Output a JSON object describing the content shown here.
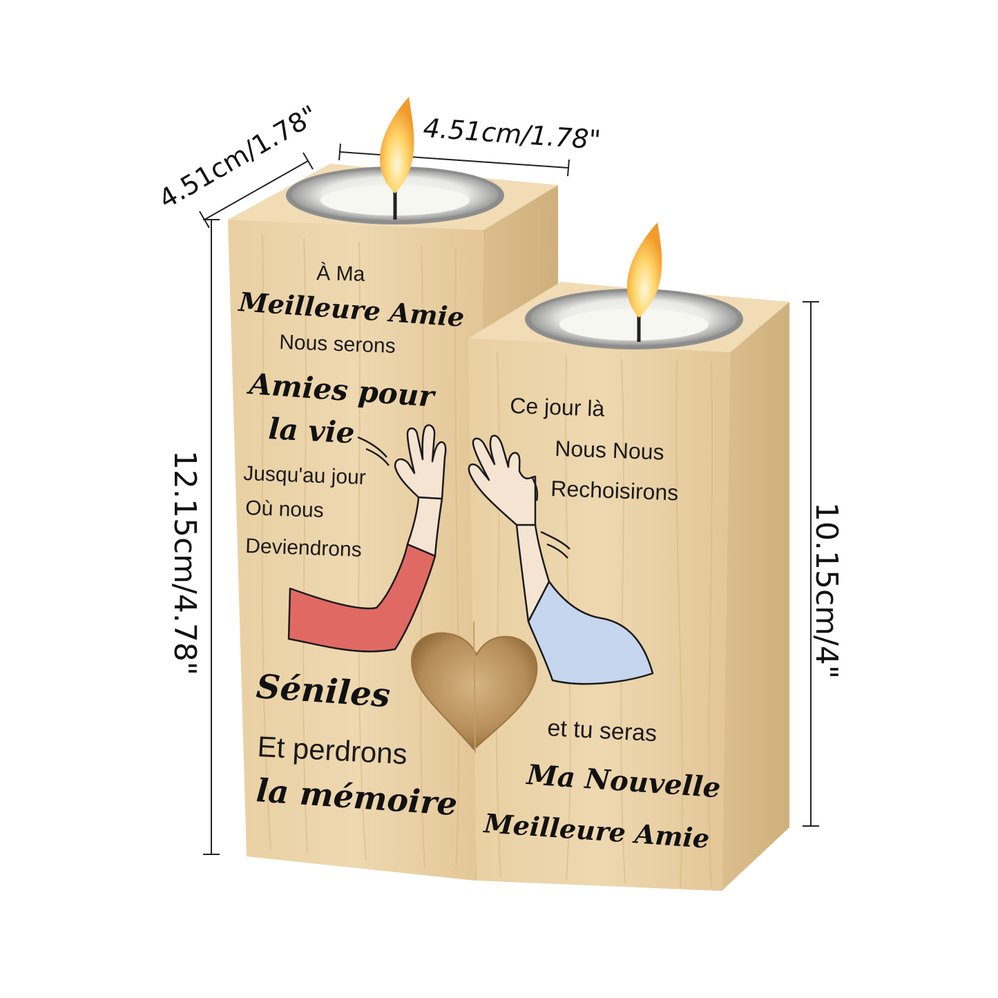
{
  "dimensions": {
    "depth_label": "4.51cm/1.78\"",
    "width_label": "4.51cm/1.78\"",
    "tall_height_label": "12.15cm/4.78\"",
    "short_height_label": "10.15cm/4\""
  },
  "left_block": {
    "lines": [
      "À Ma",
      "Meilleure Amie",
      "Nous serons",
      "Amies pour",
      "la vie",
      "Jusqu'au jour",
      "Où nous",
      "Deviendrons",
      "Séniles",
      "Et perdrons",
      "la mémoire"
    ]
  },
  "right_block": {
    "lines": [
      "Ce jour là",
      "Nous Nous",
      "Rechoisirons",
      "et tu seras",
      "Ma Nouvelle",
      "Meilleure Amie"
    ]
  },
  "colors": {
    "wood": "#e8cfa2",
    "wood_side": "#d9bc8a",
    "wood_top": "#f1dcb6",
    "left_sleeve": "#e06a63",
    "right_sleeve": "#c5d6ee",
    "skin": "#f6e4d3",
    "heart": "#b48b56"
  }
}
